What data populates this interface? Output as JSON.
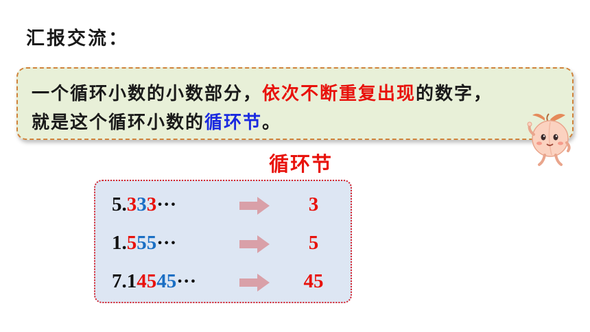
{
  "heading": "汇报交流：",
  "definition": {
    "line1_a": "一个循环小数的小数部分，",
    "line1_b": "依次不断重复出现",
    "line1_c": "的数字，",
    "line2_a": "就是这个循环小数的",
    "line2_b": "循环节",
    "line2_c": "。"
  },
  "column_label": "循环节",
  "examples": [
    {
      "prefix": "5.",
      "d1": "3",
      "d2": "3",
      "d3": "3",
      "d4": "",
      "d5": "",
      "suffix": "···",
      "result": "3"
    },
    {
      "prefix": "1.",
      "d1": "5",
      "d2": "5",
      "d3": "5",
      "d4": "",
      "d5": "",
      "suffix": "···",
      "result": "5"
    },
    {
      "prefix": "7.1",
      "d1": "4",
      "d2": "5",
      "d3": "4",
      "d4": "5",
      "d5": "",
      "suffix": "···",
      "result": "45"
    }
  ],
  "colors": {
    "highlight_red": "#e8120c",
    "highlight_blue": "#1a2ae0",
    "digit_blue": "#1a6fc4",
    "arrow": "#d9a0a8",
    "def_bg": "#e8f0d8",
    "examples_bg": "#dde6f3"
  },
  "icons": {
    "mascot": "peach-mascot-icon",
    "arrow": "right-arrow-icon"
  }
}
